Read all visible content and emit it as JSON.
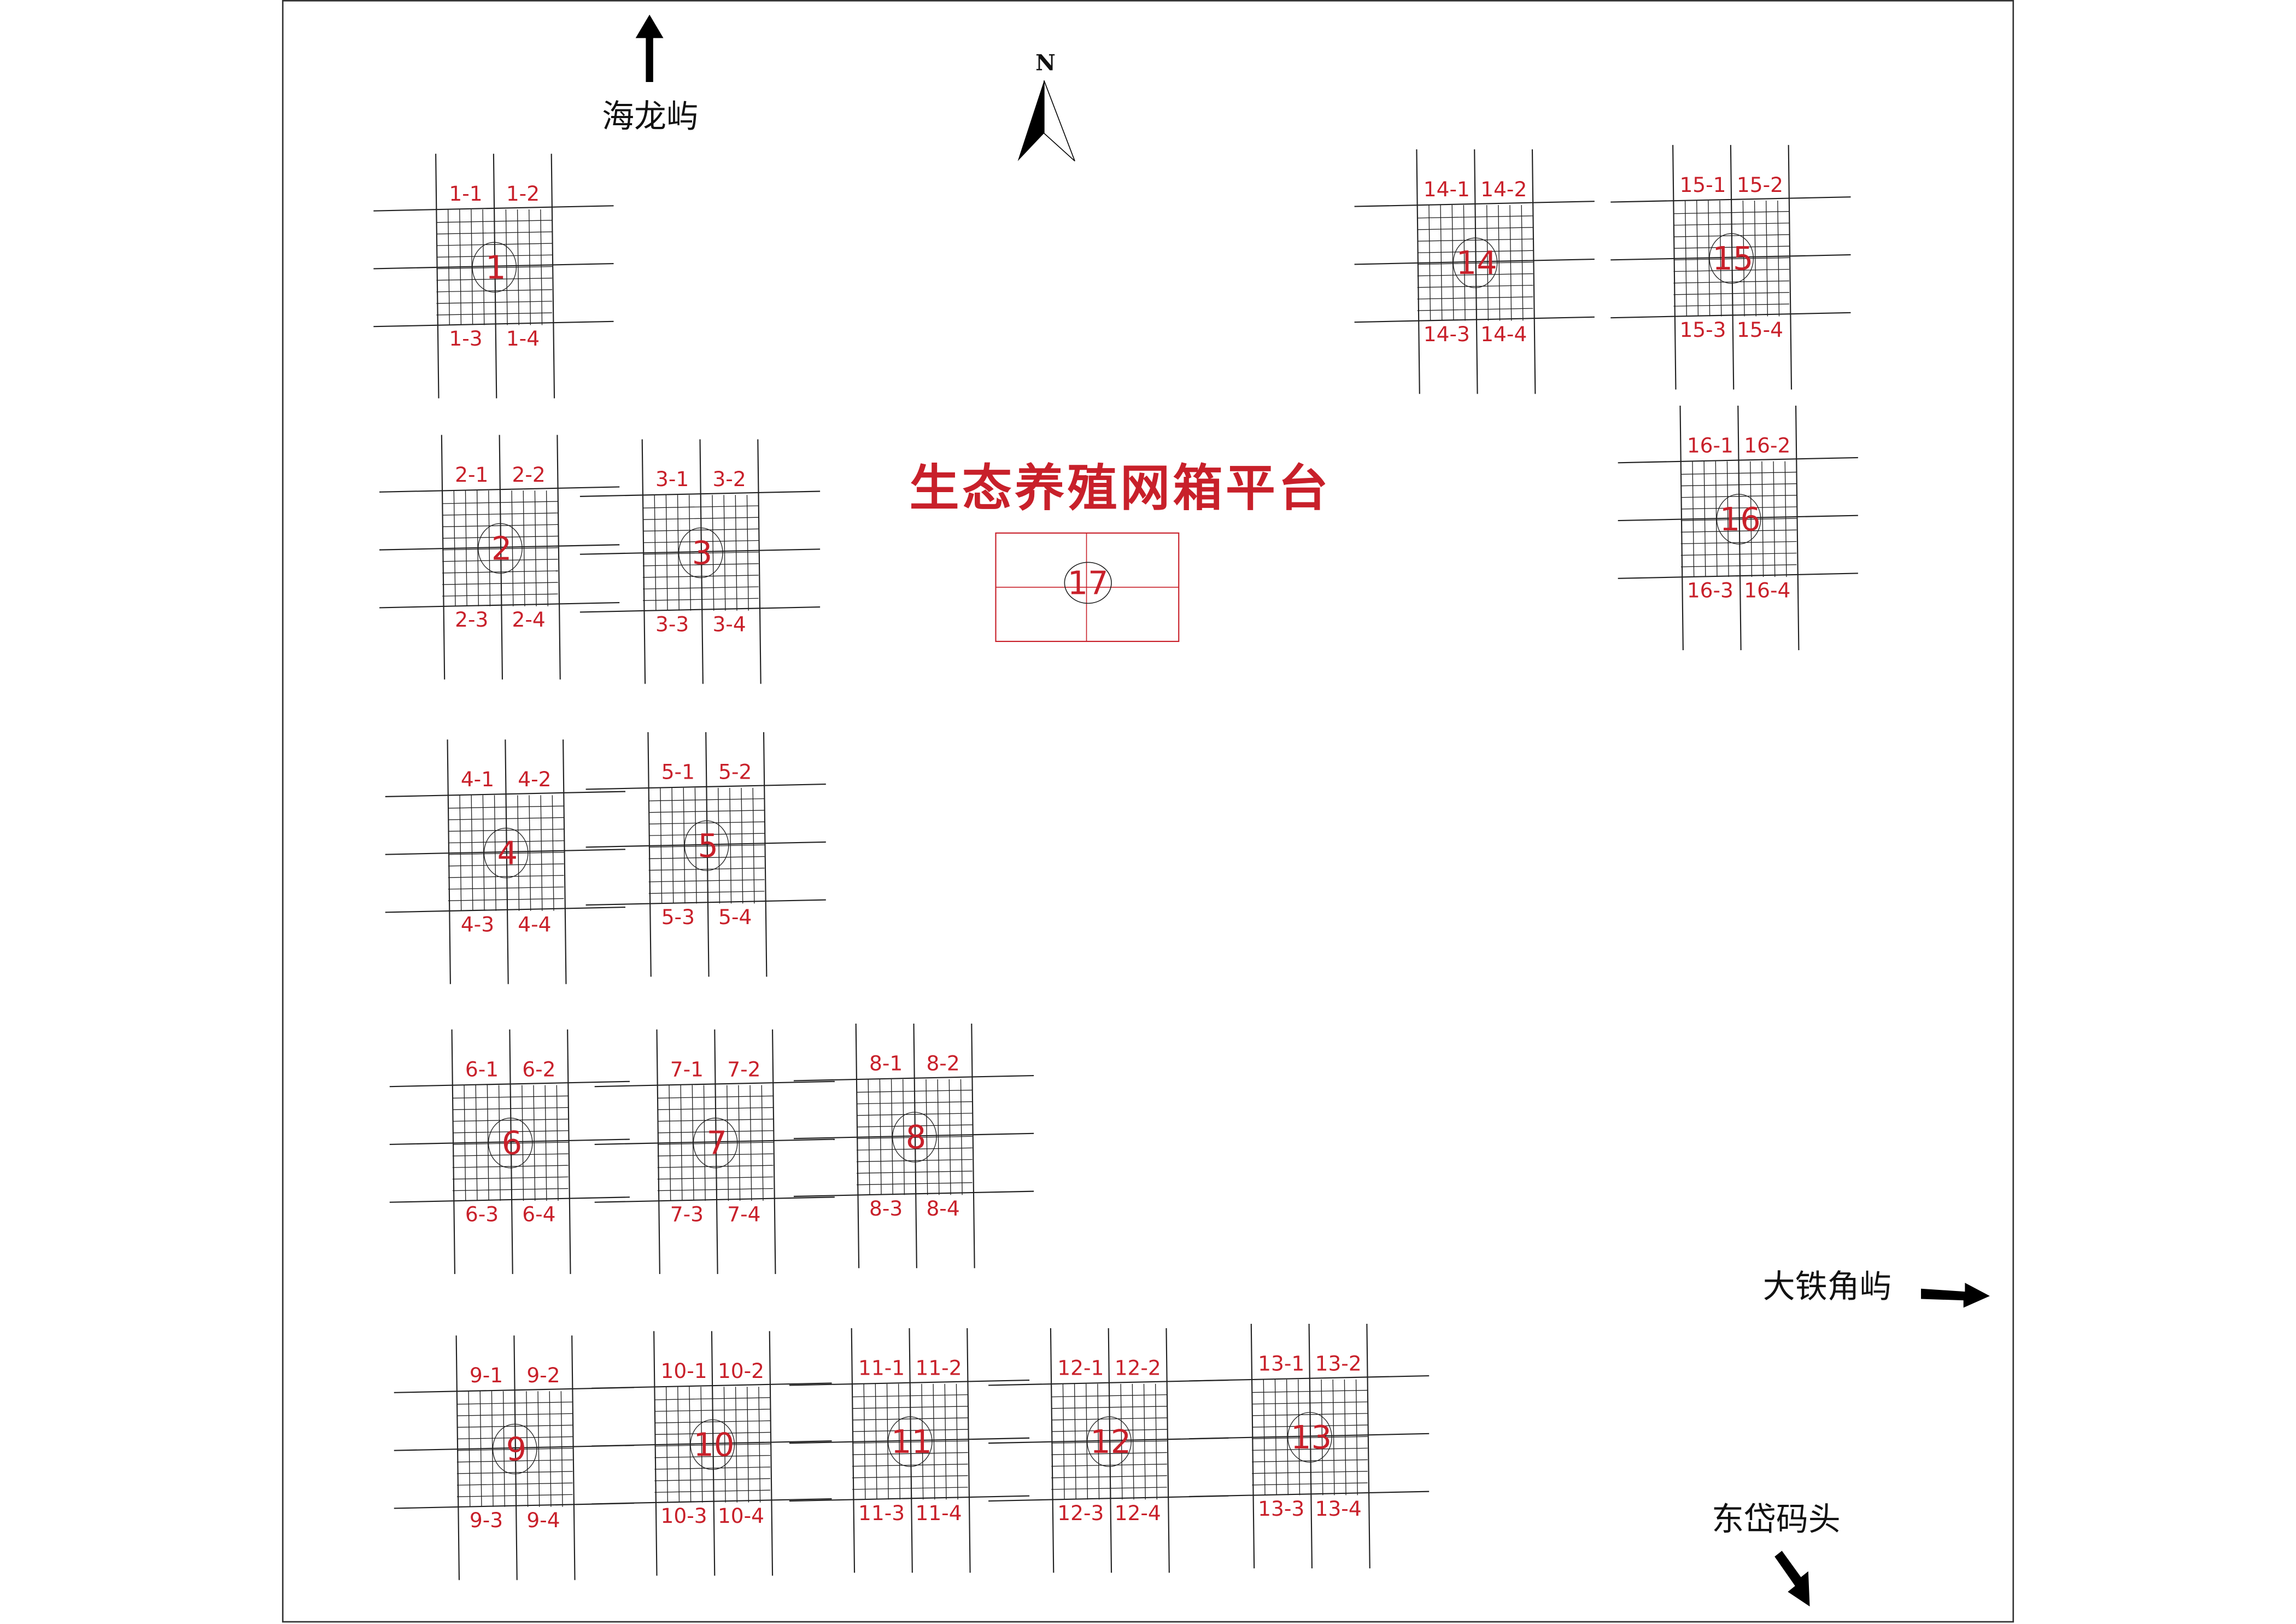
{
  "title": "生态养殖网箱平台",
  "north_label": "N",
  "places": {
    "top": "海龙屿",
    "right": "大铁角屿",
    "bottom_right": "东岱码头"
  },
  "cages": [
    {
      "id": "1",
      "labels": [
        "1-1",
        "1-2",
        "1-3",
        "1-4"
      ]
    },
    {
      "id": "2",
      "labels": [
        "2-1",
        "2-2",
        "2-3",
        "2-4"
      ]
    },
    {
      "id": "3",
      "labels": [
        "3-1",
        "3-2",
        "3-3",
        "3-4"
      ]
    },
    {
      "id": "4",
      "labels": [
        "4-1",
        "4-2",
        "4-3",
        "4-4"
      ]
    },
    {
      "id": "5",
      "labels": [
        "5-1",
        "5-2",
        "5-3",
        "5-4"
      ]
    },
    {
      "id": "6",
      "labels": [
        "6-1",
        "6-2",
        "6-3",
        "6-4"
      ]
    },
    {
      "id": "7",
      "labels": [
        "7-1",
        "7-2",
        "7-3",
        "7-4"
      ]
    },
    {
      "id": "8",
      "labels": [
        "8-1",
        "8-2",
        "8-3",
        "8-4"
      ]
    },
    {
      "id": "9",
      "labels": [
        "9-1",
        "9-2",
        "9-3",
        "9-4"
      ]
    },
    {
      "id": "10",
      "labels": [
        "10-1",
        "10-2",
        "10-3",
        "10-4"
      ]
    },
    {
      "id": "11",
      "labels": [
        "11-1",
        "11-2",
        "11-3",
        "11-4"
      ]
    },
    {
      "id": "12",
      "labels": [
        "12-1",
        "12-2",
        "12-3",
        "12-4"
      ]
    },
    {
      "id": "13",
      "labels": [
        "13-1",
        "13-2",
        "13-3",
        "13-4"
      ]
    },
    {
      "id": "14",
      "labels": [
        "14-1",
        "14-2",
        "14-3",
        "14-4"
      ]
    },
    {
      "id": "15",
      "labels": [
        "15-1",
        "15-2",
        "15-3",
        "15-4"
      ]
    },
    {
      "id": "16",
      "labels": [
        "16-1",
        "16-2",
        "16-3",
        "16-4"
      ]
    }
  ],
  "platform": {
    "id": "17"
  },
  "colors": {
    "label_red": "#c8202a",
    "line": "#222222"
  }
}
